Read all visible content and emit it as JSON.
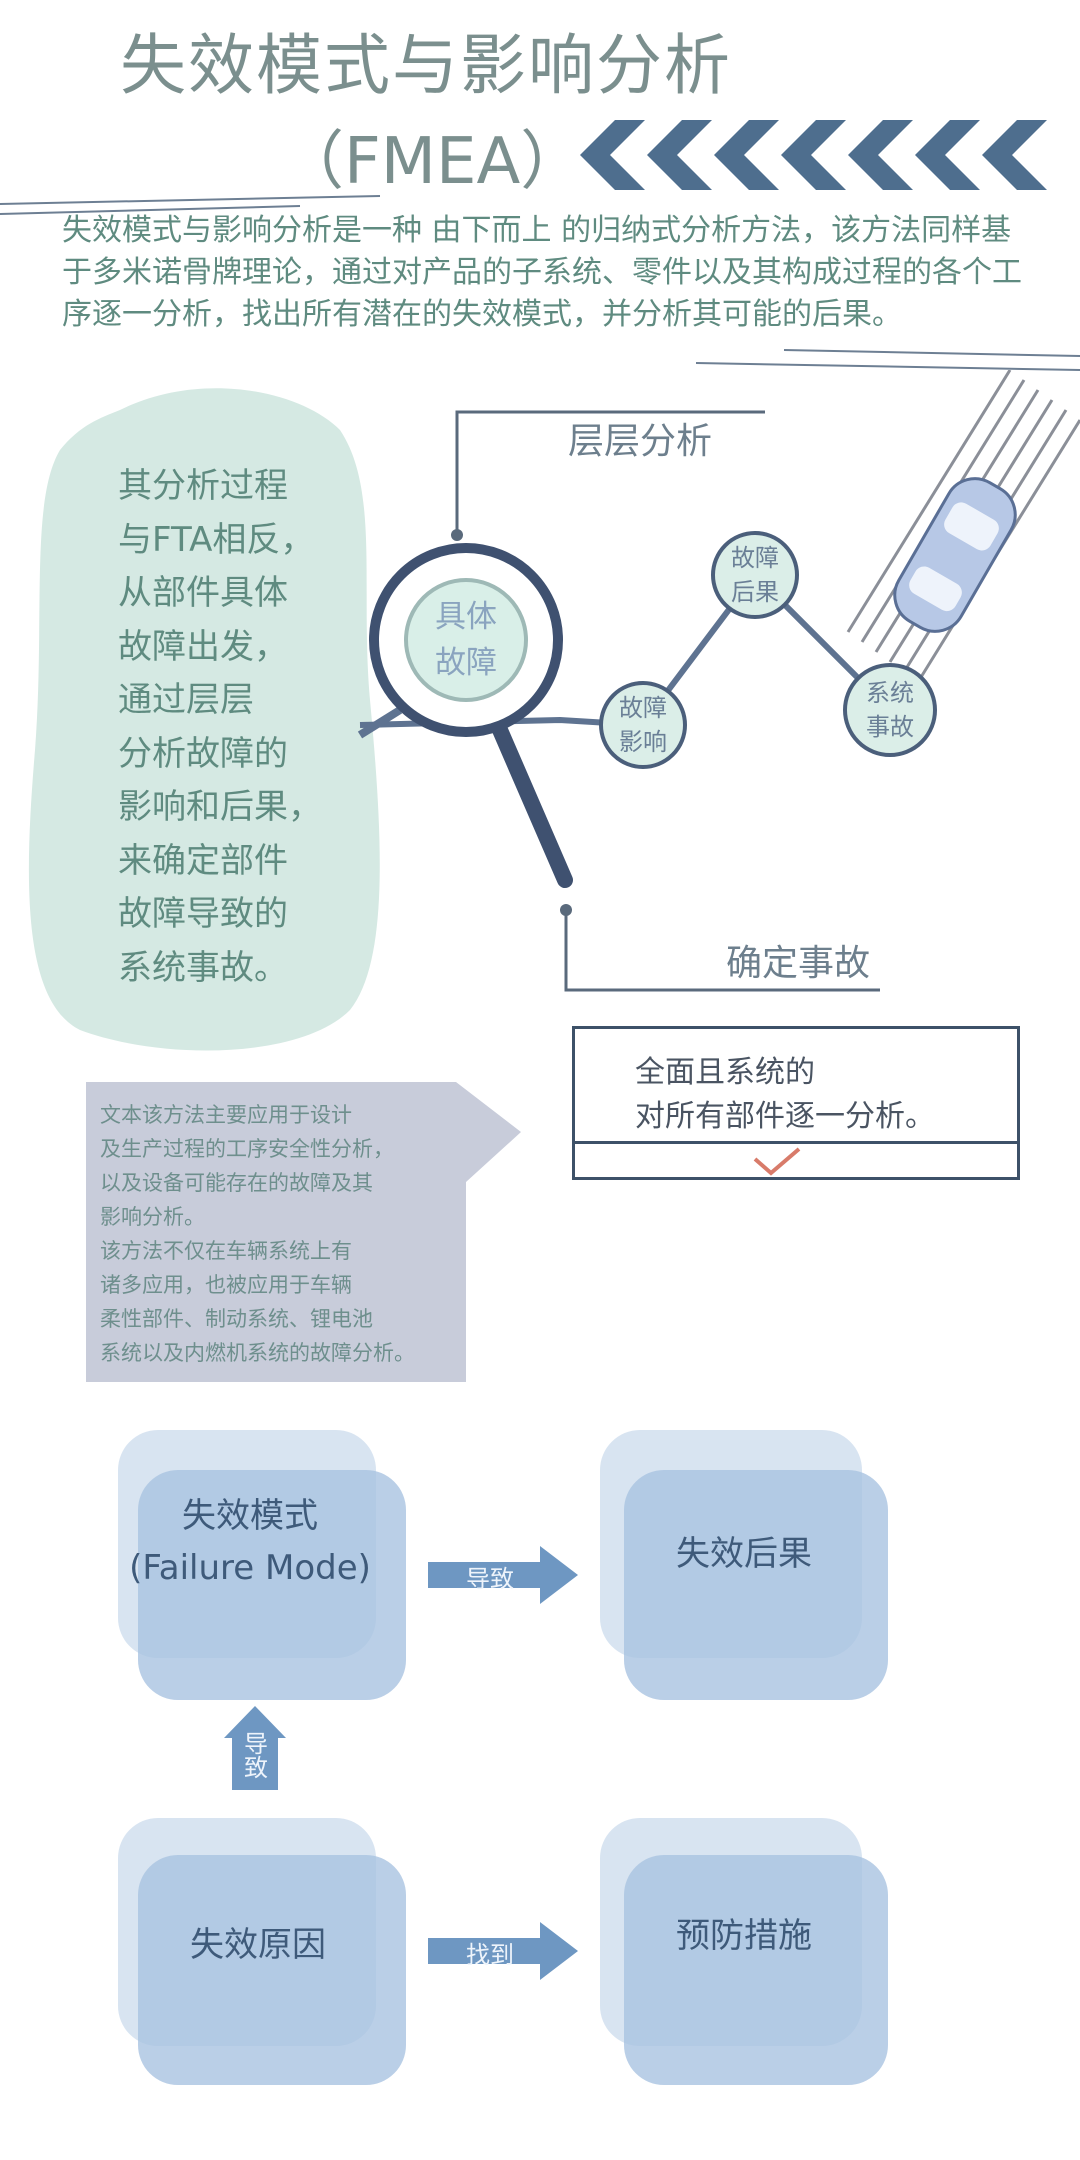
{
  "title": {
    "line1": "失效模式与影响分析",
    "line2": "（FMEA）"
  },
  "intro": "失效模式与影响分析是一种 由下而上 的归纳式分析方法，该方法同样基于多米诺骨牌理论，通过对产品的子系统、零件以及其构成过程的各个工序逐一分析，找出所有潜在的失效模式，并分析其可能的后果。",
  "blob_lines": [
    "其分析过程",
    "与FTA相反，",
    "从部件具体",
    "故障出发，",
    "通过层层",
    "分析故障的",
    "影响和后果，",
    "来确定部件",
    "故障导致的",
    "系统事故。"
  ],
  "diagram": {
    "label_top": "层层分析",
    "label_bottom": "确定事故",
    "lens": {
      "line1": "具体",
      "line2": "故障"
    },
    "node_effect": {
      "line1": "故障",
      "line2": "影响"
    },
    "node_result": {
      "line1": "故障",
      "line2": "后果"
    },
    "node_accident": {
      "line1": "系统",
      "line2": "事故"
    }
  },
  "box": {
    "line1": "全面且系统的",
    "line2": "对所有部件逐一分析。"
  },
  "note_lines": [
    "文本该方法主要应用于设计",
    "及生产过程的工序安全性分析，",
    "以及设备可能存在的故障及其",
    "影响分析。",
    "该方法不仅在车辆系统上有",
    "诸多应用，也被应用于车辆",
    "柔性部件、制动系统、锂电池",
    "系统以及内燃机系统的故障分析。"
  ],
  "flow": {
    "failure_mode": {
      "line1": "失效模式",
      "line2": "(Failure Mode)"
    },
    "failure_result": "失效后果",
    "failure_cause": "失效原因",
    "prevention": "预防措施",
    "arrow_right_top": "导致",
    "arrow_up_line1": "导",
    "arrow_up_line2": "致",
    "arrow_right_bottom": "找到"
  },
  "colors": {
    "title": "#7b8f8e",
    "body_green": "#5f8b80",
    "chevron": "#4e6e8e",
    "blob": "#d5e9e3",
    "note_bg": "#c8ccda",
    "flow_box": "#a9c3e1",
    "arrow": "#6e97c2"
  }
}
